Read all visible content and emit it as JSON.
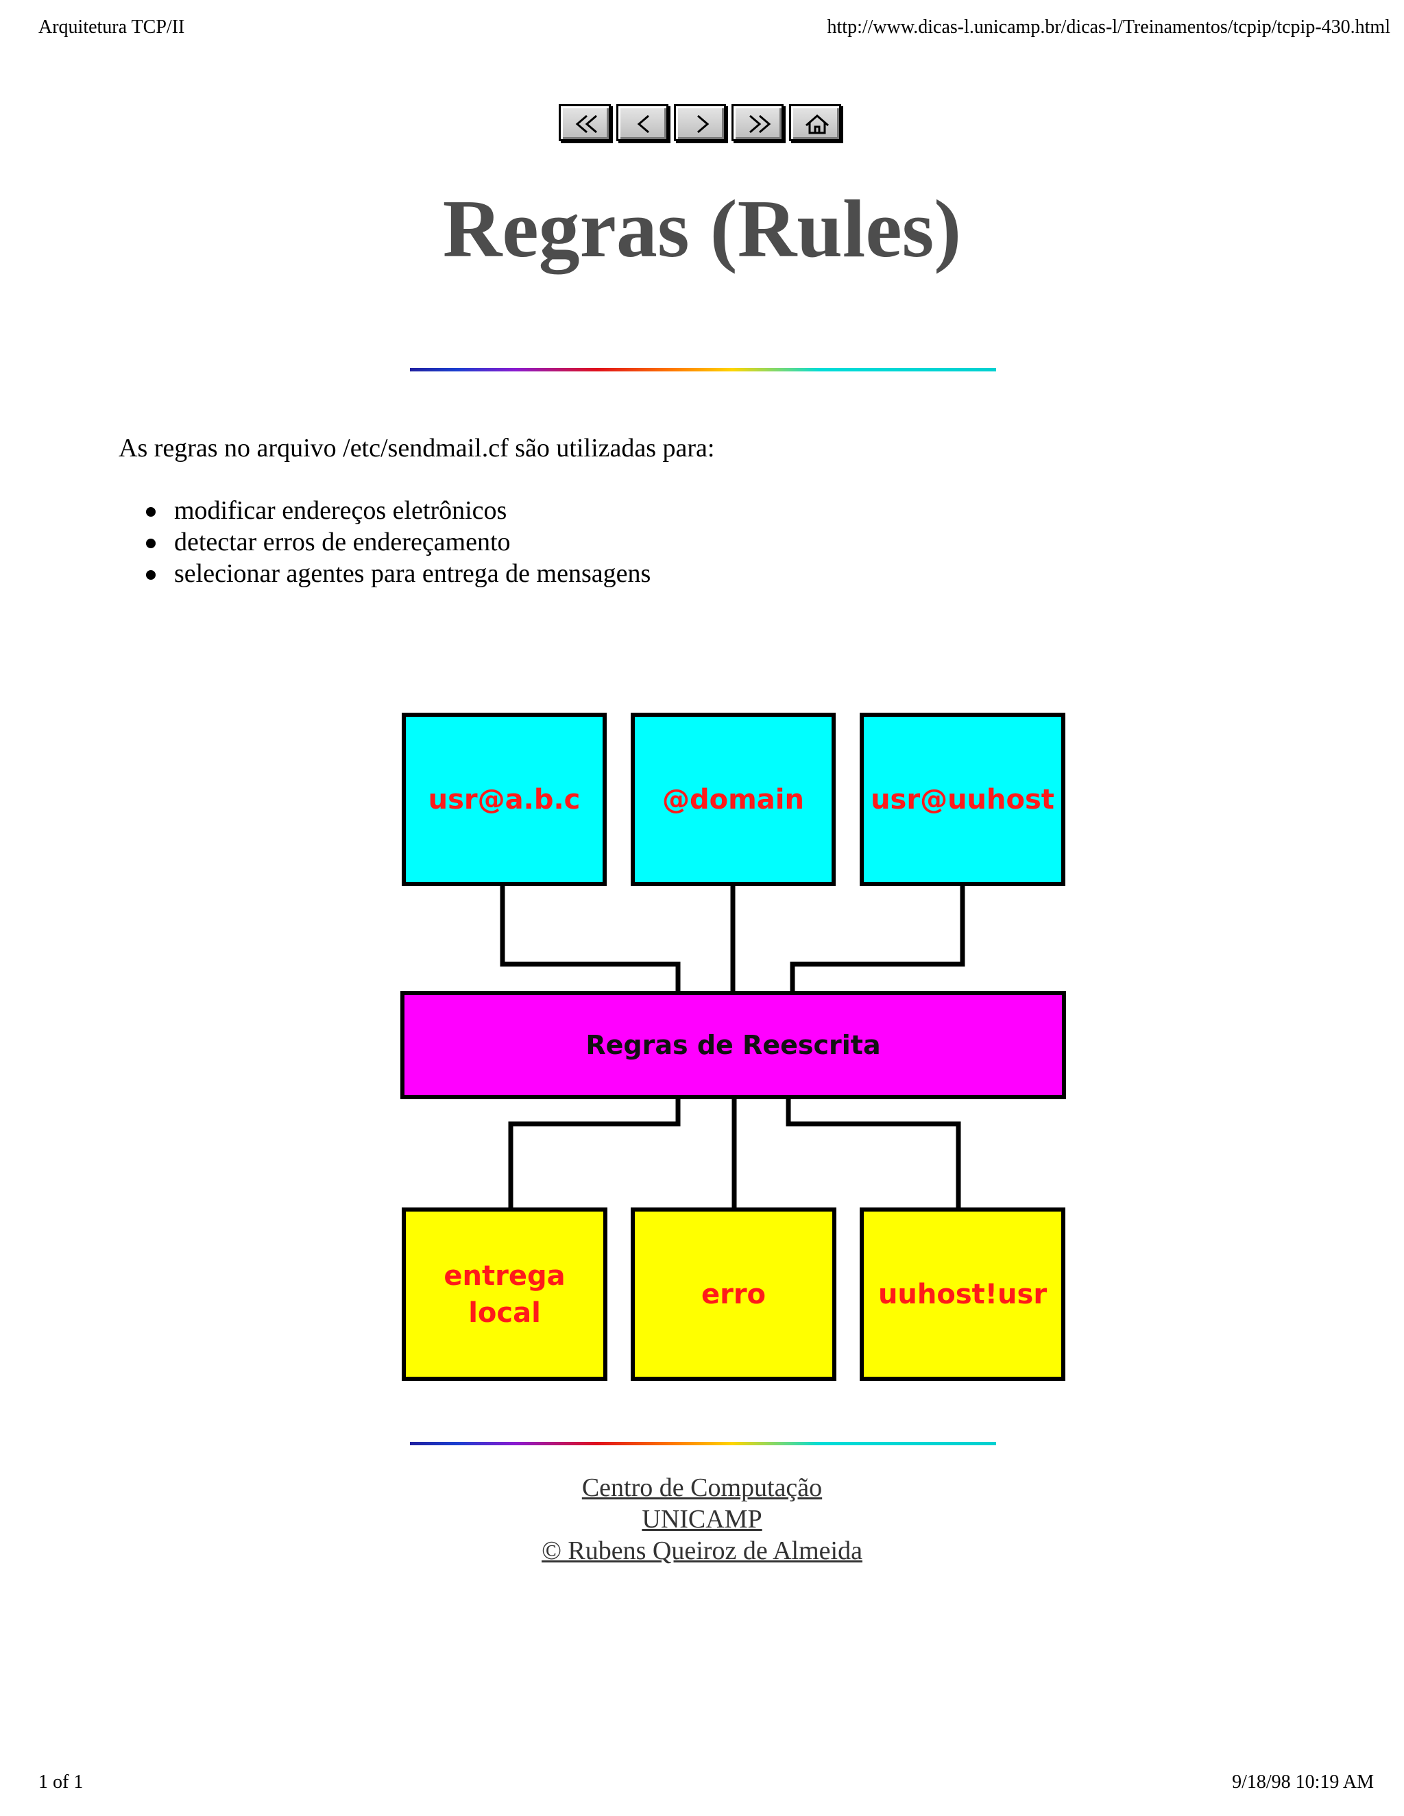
{
  "header": {
    "left": "Arquitetura TCP/II",
    "right": "http://www.dicas-l.unicamp.br/dicas-l/Treinamentos/tcpip/tcpip-430.html"
  },
  "nav": {
    "buttons": [
      {
        "icon": "first-page-icon"
      },
      {
        "icon": "previous-page-icon"
      },
      {
        "icon": "next-page-icon"
      },
      {
        "icon": "last-page-icon"
      },
      {
        "icon": "home-icon"
      }
    ]
  },
  "title": "Regras (Rules)",
  "intro": "As regras no arquivo /etc/sendmail.cf são utilizadas para:",
  "bullets": [
    "modificar endereços eletrônicos",
    "detectar erros de endereçamento",
    "selecionar agentes para entrega de mensagens"
  ],
  "diagram": {
    "inputs": [
      "usr@a.b.c",
      "@domain",
      "usr@uuhost"
    ],
    "center": "Regras de Reescrita",
    "outputs": [
      "entrega\nlocal",
      "erro",
      "uuhost!usr"
    ],
    "colors": {
      "inputs": "#00ffff",
      "center": "#ff00ff",
      "outputs": "#ffff00",
      "text": "#ff1a1a"
    }
  },
  "footer": {
    "line1": "Centro de Computação",
    "line2": "UNICAMP",
    "line3": "© Rubens Queiroz de Almeida"
  },
  "page_footer": {
    "left": "1 of 1",
    "right": "9/18/98 10:19 AM"
  }
}
